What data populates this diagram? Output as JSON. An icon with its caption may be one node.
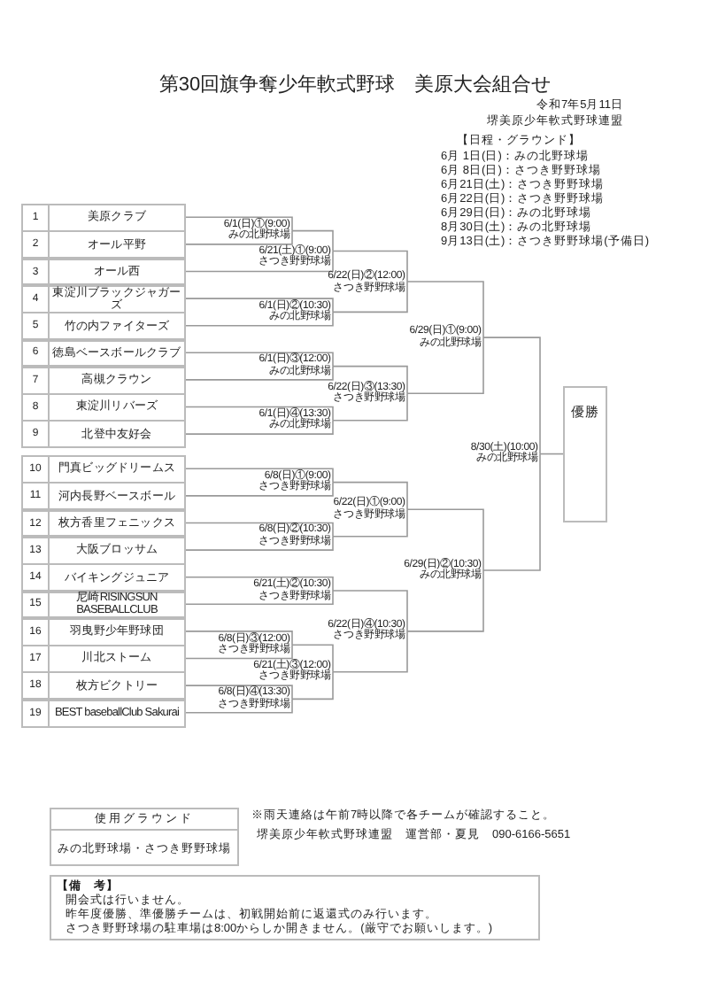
{
  "diagram": {
    "title": "第30回旗争奪少年軟式野球　美原大会組合せ",
    "nodes": [
      {
        "text": [
          "1",
          "美原クラブ"
        ]
      },
      {
        "text": [
          "2",
          "オール平野"
        ]
      },
      {
        "text": [
          "3",
          "オール西"
        ]
      },
      {
        "text": [
          "4",
          "東淀川ブラックジャガーズ"
        ]
      },
      {
        "text": [
          "5",
          "竹の内ファイターズ"
        ]
      },
      {
        "text": [
          "6",
          "徳島ベースボールクラブ"
        ]
      },
      {
        "text": [
          "7",
          "高槻クラウン"
        ]
      },
      {
        "text": [
          "8",
          "東淀川リバーズ"
        ]
      },
      {
        "text": [
          "9",
          "北登中友好会"
        ]
      },
      {
        "text": [
          "10",
          "門真ビッグドリームス"
        ]
      },
      {
        "text": [
          "11",
          "河内長野ベースボール"
        ]
      },
      {
        "text": [
          "12",
          "枚方香里フェニックス"
        ]
      },
      {
        "text": [
          "13",
          "大阪ブロッサム"
        ]
      },
      {
        "text": [
          "14",
          "バイキングジュニア"
        ]
      },
      {
        "text": [
          "15",
          "尼崎RISINGSUN BASEBALLCLUB"
        ]
      },
      {
        "text": [
          "16",
          "羽曳野少年野球団"
        ]
      },
      {
        "text": [
          "17",
          "川北ストーム"
        ]
      },
      {
        "text": [
          "18",
          "枚方ビクトリー"
        ]
      },
      {
        "text": [
          "19",
          "BEST baseballClub Sakurai"
        ]
      },
      {
        "text": [
          "6/1(日)①(9:00)",
          "みの北野球場"
        ]
      },
      {
        "text": [
          "6/21(土)①(9:00)",
          "さつき野野球場"
        ]
      },
      {
        "text": [
          "6/1(日)②(10:30)",
          "みの北野球場"
        ]
      },
      {
        "text": [
          "6/22(日)②(12:00)",
          "さつき野野球場"
        ]
      },
      {
        "text": [
          "6/1(日)③(12:00)",
          "みの北野球場"
        ]
      },
      {
        "text": [
          "6/1(日)④(13:30)",
          "みの北野球場"
        ]
      },
      {
        "text": [
          "6/22(日)③(13:30)",
          "さつき野野球場"
        ]
      },
      {
        "text": [
          "6/29(日)①(9:00)",
          "みの北野球場"
        ]
      },
      {
        "text": [
          "8/30(土)(10:00)",
          "みの北野球場"
        ]
      },
      {
        "text": [
          "6/8(日)①(9:00)",
          "さつき野野球場"
        ]
      },
      {
        "text": [
          "6/22(日)①(9:00)",
          "さつき野野球場"
        ]
      },
      {
        "text": [
          "6/8(日)②(10:30)",
          "さつき野野球場"
        ]
      },
      {
        "text": [
          "6/29(日)②(10:30)",
          "みの北野球場"
        ]
      },
      {
        "text": [
          "6/21(土)②(10:30)",
          "さつき野野球場"
        ]
      },
      {
        "text": [
          "6/8(日)③(12:00)",
          "さつき野野球場"
        ]
      },
      {
        "text": [
          "6/22(日)④(10:30)",
          "さつき野野球場"
        ]
      },
      {
        "text": [
          "6/21(土)③(12:00)",
          "さつき野野球場"
        ]
      },
      {
        "text": [
          "6/8(日)④(13:30)",
          "さつき野野球場"
        ]
      },
      {
        "text": [
          "優勝"
        ]
      },
      {
        "text": [
          "使用グラウンド",
          "みの北野球場・さつき野野球場"
        ]
      },
      {
        "text": [
          "【備　考】",
          "開会式は行いません。",
          "昨年度優勝、準優勝チームは、初戦開始前に返還式のみ行います。",
          "さつき野野球場の駐車場は8:00からしか開きません。(厳守でお願いします。)"
        ]
      }
    ],
    "edges": [
      {
        "from": 0,
        "to": 19,
        "arrow": "none"
      },
      {
        "from": 1,
        "to": 19,
        "arrow": "none"
      },
      {
        "from": 19,
        "to": 20,
        "arrow": "none"
      },
      {
        "from": 2,
        "to": 20,
        "arrow": "none"
      },
      {
        "from": 3,
        "to": 21,
        "arrow": "none"
      },
      {
        "from": 4,
        "to": 21,
        "arrow": "none"
      },
      {
        "from": 20,
        "to": 22,
        "arrow": "none"
      },
      {
        "from": 21,
        "to": 22,
        "arrow": "none"
      },
      {
        "from": 5,
        "to": 23,
        "arrow": "none"
      },
      {
        "from": 6,
        "to": 23,
        "arrow": "none"
      },
      {
        "from": 7,
        "to": 24,
        "arrow": "none"
      },
      {
        "from": 8,
        "to": 24,
        "arrow": "none"
      },
      {
        "from": 23,
        "to": 25,
        "arrow": "none"
      },
      {
        "from": 24,
        "to": 25,
        "arrow": "none"
      },
      {
        "from": 22,
        "to": 26,
        "arrow": "none"
      },
      {
        "from": 25,
        "to": 26,
        "arrow": "none"
      },
      {
        "from": 26,
        "to": 27,
        "arrow": "none"
      },
      {
        "from": 31,
        "to": 27,
        "arrow": "none"
      },
      {
        "from": 27,
        "to": 37,
        "arrow": "none"
      },
      {
        "from": 9,
        "to": 28,
        "arrow": "none"
      },
      {
        "from": 10,
        "to": 28,
        "arrow": "none"
      },
      {
        "from": 11,
        "to": 30,
        "arrow": "none"
      },
      {
        "from": 12,
        "to": 30,
        "arrow": "none"
      },
      {
        "from": 28,
        "to": 29,
        "arrow": "none"
      },
      {
        "from": 30,
        "to": 29,
        "arrow": "none"
      },
      {
        "from": 13,
        "to": 32,
        "arrow": "none"
      },
      {
        "from": 14,
        "to": 32,
        "arrow": "none"
      },
      {
        "from": 15,
        "to": 33,
        "arrow": "none"
      },
      {
        "from": 16,
        "to": 33,
        "arrow": "none"
      },
      {
        "from": 17,
        "to": 36,
        "arrow": "none"
      },
      {
        "from": 18,
        "to": 36,
        "arrow": "none"
      },
      {
        "from": 33,
        "to": 35,
        "arrow": "none"
      },
      {
        "from": 36,
        "to": 35,
        "arrow": "none"
      },
      {
        "from": 32,
        "to": 34,
        "arrow": "none"
      },
      {
        "from": 35,
        "to": 34,
        "arrow": "none"
      },
      {
        "from": 29,
        "to": 31,
        "arrow": "none"
      },
      {
        "from": 34,
        "to": 31,
        "arrow": "none"
      }
    ],
    "labels": [
      "令和7年5月11日",
      "堺美原少年軟式野球連盟",
      "【日程・グラウンド】",
      "6月 1日(日)：みの北野球場",
      "6月 8日(日)：さつき野野球場",
      "6月21日(土)：さつき野野球場",
      "6月22日(日)：さつき野野球場",
      "6月29日(日)：みの北野球場",
      "8月30日(土)：みの北野球場",
      "9月13日(土)：さつき野野球場(予備日)",
      "※雨天連絡は午前7時以降で各チームが確認すること。",
      "堺美原少年軟式野球連盟　運営部・夏見　090-6166-5651"
    ]
  }
}
